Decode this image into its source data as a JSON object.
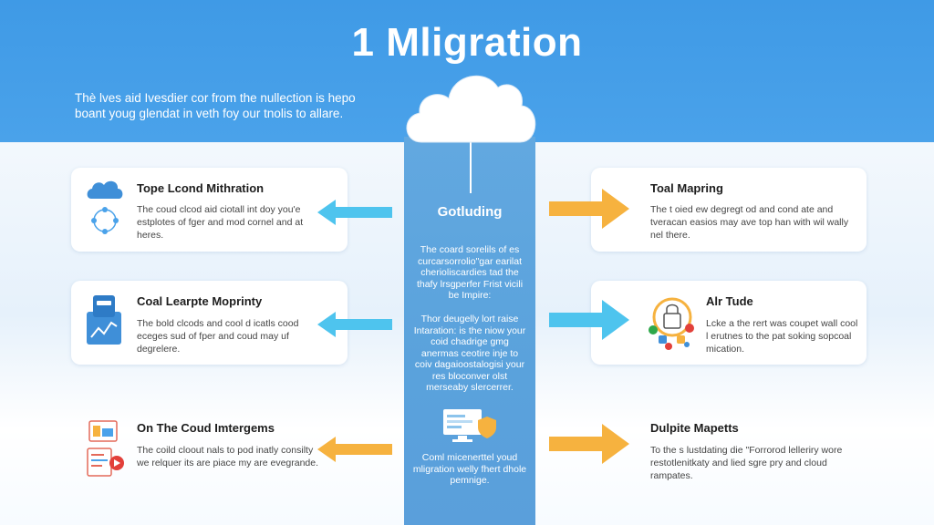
{
  "title": "1 Mligration",
  "intro": "Thè lves aid Ivesdier cor from the nullection is hepo boant youg glendat in veth foy our tnolis to allare.",
  "center": {
    "title": "Gotluding",
    "text_1": "The coard sorelils of es curcarsorrolio\"gar earilat cherioliscardies tad the thafy lrsgperfer Frist vicili be Impire:",
    "text_2": "Thor deugelly lort raise Intaration: is the niow your coid chadrige gmg anermas ceotire inje to coiv dagaioostalogisi your res bloconver olst merseaby slercerrer.",
    "text_3": "Coml micenerttel youd mligration welly fhert dhole pemnige."
  },
  "left_items": [
    {
      "title": "Tope Lcond Mithration",
      "desc": "The coud clcod aid ciotall int doy you'e estplotes of fger and mod cornel and at heres."
    },
    {
      "title": "Coal Learpte Moprinty",
      "desc": "The bold clcods and cool d icatls cood eceges sud of fper and coud may uf degrelere."
    },
    {
      "title": "On The Coud Imtergems",
      "desc": "The coild cloout nals to pod inatly consilty we relquer its are piace my are evegrande."
    }
  ],
  "right_items": [
    {
      "title": "Toal Mapring",
      "desc": "The t oied ew degregt od and cond ate and tveracan easios may ave top han with wil wally nel there."
    },
    {
      "title": "Alr Tude",
      "desc": "Lcke a the rert was coupet wall cool l erutnes to the pat soking sopcoal mication."
    },
    {
      "title": "Dulpite Mapetts",
      "desc": "To the s lustdating die \"Forrorod lelleriry wore restotlenitkaty and lied sgre pry and cloud rampates."
    }
  ],
  "colors": {
    "header": "#4aa2ea",
    "column": "#5aa2dc",
    "arrow_blue": "#4ec4ee",
    "arrow_orange": "#f6b23f"
  }
}
